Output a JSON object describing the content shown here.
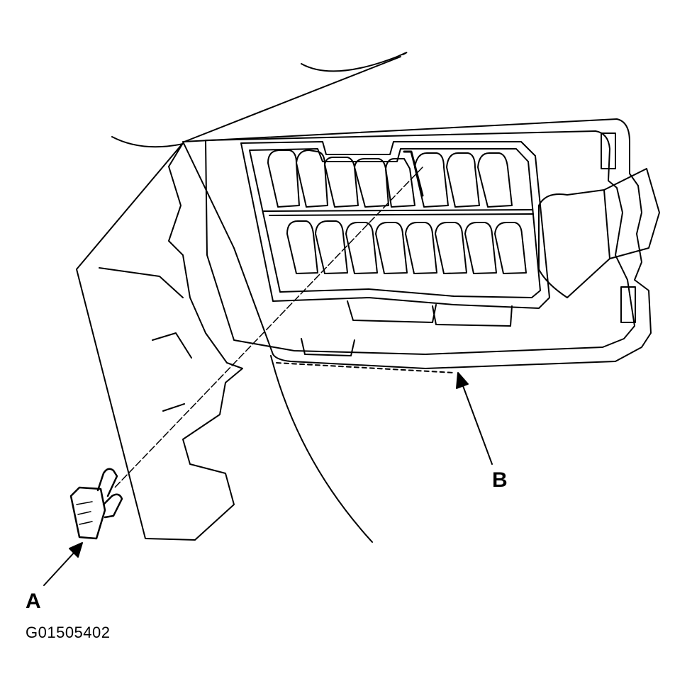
{
  "labels": {
    "a": "A",
    "b": "B"
  },
  "figure_id": "G01505402",
  "style": {
    "ink": "#000000",
    "paper": "#ffffff"
  }
}
